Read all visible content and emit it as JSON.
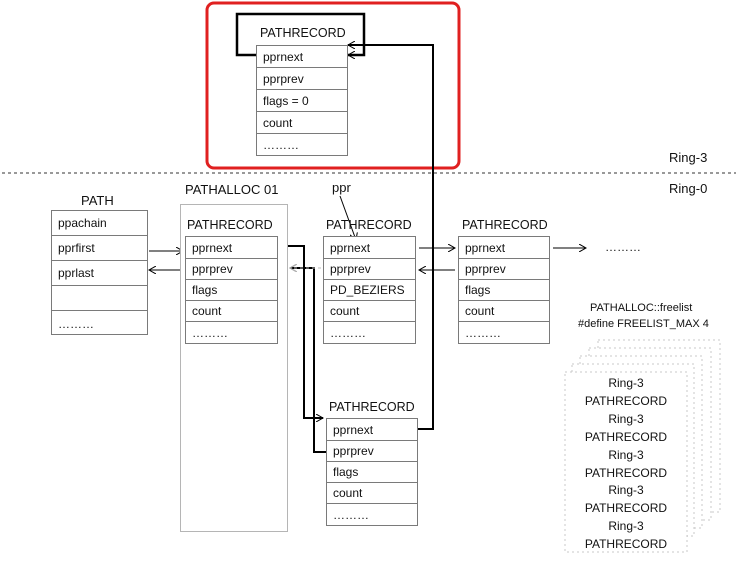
{
  "ring3_label": "Ring-3",
  "ring0_label": "Ring-0",
  "path_title": "PATH",
  "pathalloc_title": "PATHALLOC 01",
  "ppr_label": "ppr",
  "ellipsis_far": "………",
  "ring3_record": {
    "title": "PATHRECORD",
    "fields": [
      "pprnext",
      "pprprev",
      "flags = 0",
      "count",
      "………"
    ]
  },
  "path_box": {
    "fields": [
      "ppachain",
      "pprfirst",
      "pprlast",
      "",
      "………"
    ]
  },
  "alloc_record": {
    "title": "PATHRECORD",
    "fields": [
      "pprnext",
      "pprprev",
      "flags",
      "count",
      "………"
    ]
  },
  "mid_record": {
    "title": "PATHRECORD",
    "fields": [
      "pprnext",
      "pprprev",
      "PD_BEZIERS",
      "count",
      "………"
    ]
  },
  "right_record": {
    "title": "PATHRECORD",
    "fields": [
      "pprnext",
      "pprprev",
      "flags",
      "count",
      "………"
    ]
  },
  "bottom_record": {
    "title": "PATHRECORD",
    "fields": [
      "pprnext",
      "pprprev",
      "flags",
      "count",
      "………"
    ]
  },
  "freelist": {
    "caption_line1": "PATHALLOC::freelist",
    "caption_line2": "#define FREELIST_MAX  4",
    "stack_lines": [
      "Ring-3",
      "PATHRECORD",
      "Ring-3",
      "PATHRECORD",
      "Ring-3",
      "PATHRECORD",
      "Ring-3",
      "PATHRECORD",
      "Ring-3",
      "PATHRECORD"
    ]
  },
  "colors": {
    "highlight": "#e02020",
    "box_border": "#7a7a7a",
    "arrow": "#000000",
    "dashed_arrow": "#bbbbbb"
  }
}
